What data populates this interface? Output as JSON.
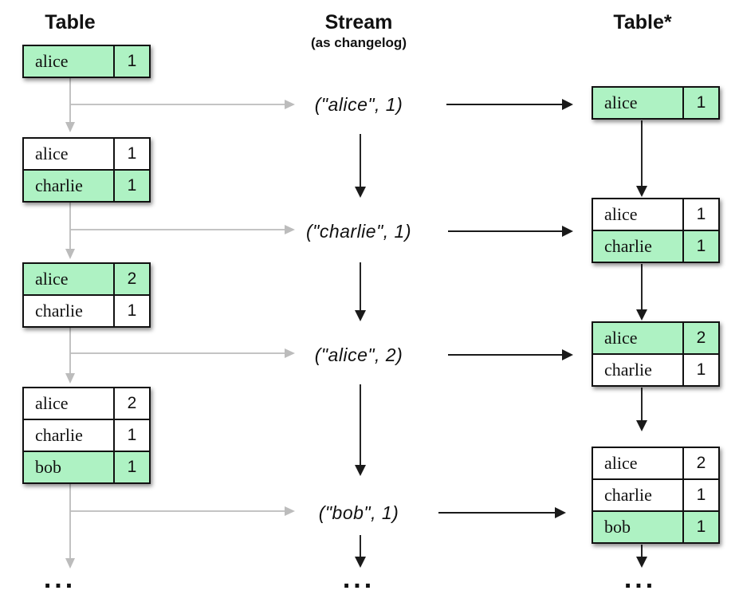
{
  "columns": {
    "left": {
      "heading": "Table",
      "tables": [
        {
          "rows": [
            {
              "key": "alice",
              "value": "1",
              "highlight": true
            }
          ]
        },
        {
          "rows": [
            {
              "key": "alice",
              "value": "1",
              "highlight": false
            },
            {
              "key": "charlie",
              "value": "1",
              "highlight": true
            }
          ]
        },
        {
          "rows": [
            {
              "key": "alice",
              "value": "2",
              "highlight": true
            },
            {
              "key": "charlie",
              "value": "1",
              "highlight": false
            }
          ]
        },
        {
          "rows": [
            {
              "key": "alice",
              "value": "2",
              "highlight": false
            },
            {
              "key": "charlie",
              "value": "1",
              "highlight": false
            },
            {
              "key": "bob",
              "value": "1",
              "highlight": true
            }
          ]
        }
      ],
      "ellipsis": "..."
    },
    "stream": {
      "heading": "Stream",
      "subheading": "(as changelog)",
      "events": [
        "(\"alice\", 1)",
        "(\"charlie\", 1)",
        "(\"alice\", 2)",
        "(\"bob\", 1)"
      ],
      "ellipsis": "..."
    },
    "right": {
      "heading": "Table*",
      "tables": [
        {
          "rows": [
            {
              "key": "alice",
              "value": "1",
              "highlight": true
            }
          ]
        },
        {
          "rows": [
            {
              "key": "alice",
              "value": "1",
              "highlight": false
            },
            {
              "key": "charlie",
              "value": "1",
              "highlight": true
            }
          ]
        },
        {
          "rows": [
            {
              "key": "alice",
              "value": "2",
              "highlight": true
            },
            {
              "key": "charlie",
              "value": "1",
              "highlight": false
            }
          ]
        },
        {
          "rows": [
            {
              "key": "alice",
              "value": "2",
              "highlight": false
            },
            {
              "key": "charlie",
              "value": "1",
              "highlight": false
            },
            {
              "key": "bob",
              "value": "1",
              "highlight": true
            }
          ]
        }
      ],
      "ellipsis": "..."
    }
  },
  "colors": {
    "highlight_green": "#aef2c3",
    "table_border": "#111111",
    "arrow_gray": "#bcbcbc",
    "arrow_black": "#1a1a1a"
  }
}
